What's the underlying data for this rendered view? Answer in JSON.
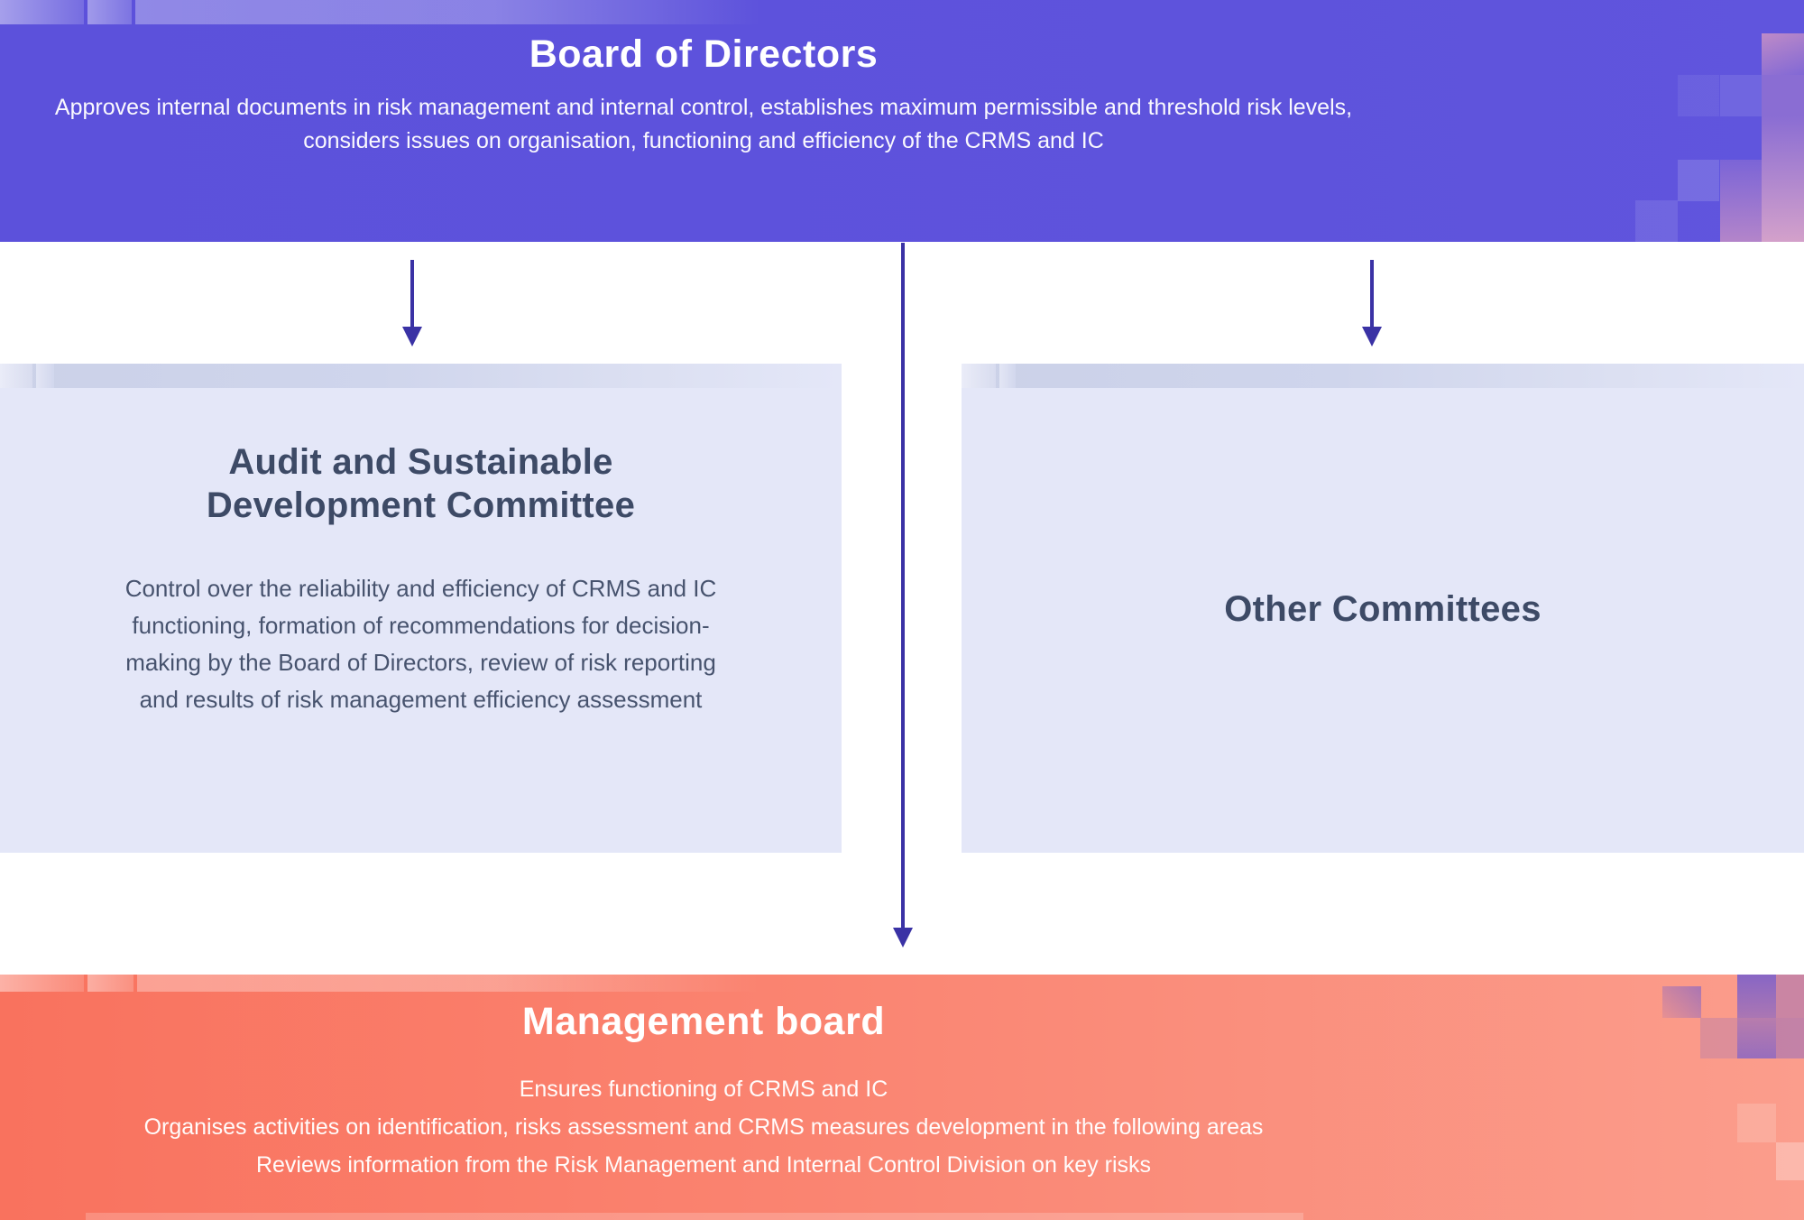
{
  "board_banner": {
    "title": "Board of Directors",
    "subtitle": [
      "Approves internal documents in risk management and internal control, establishes maximum permissible and threshold risk levels,",
      "considers issues on organisation, functioning and efficiency of the CRMS and IC"
    ]
  },
  "audit_box": {
    "title": [
      "Audit and Sustainable",
      "Development Committee"
    ],
    "body": [
      "Control over the reliability and efficiency of CRMS and IC",
      "functioning, formation of recommendations for decision-",
      "making by the Board of Directors, review of risk reporting",
      "and results of risk management efficiency assessment"
    ]
  },
  "other_box": {
    "title": "Other Committees"
  },
  "management_banner": {
    "title": "Management board",
    "lines": [
      "Ensures functioning of CRMS and IC",
      "Organises activities on identification, risks assessment and CRMS measures development in the following areas",
      "Reviews information from the Risk Management and Internal Control Division on key risks"
    ]
  },
  "colors": {
    "banner_purple": "#5C51DB",
    "banner_orange_left": "#F9725E",
    "banner_orange_right": "#FB9D8C",
    "box_background": "#E4E7F8",
    "box_header_strip": "#CED4EB",
    "arrow": "#3A32A5",
    "box_title_text": "#3D4A66",
    "box_body_text": "#47536E",
    "banner_text": "#FFFFFF"
  }
}
